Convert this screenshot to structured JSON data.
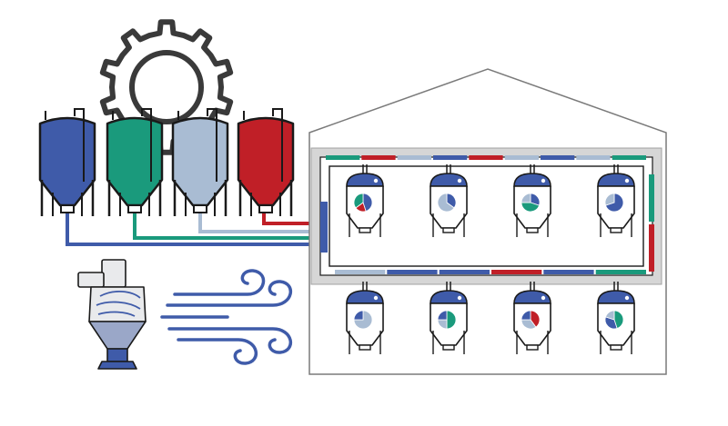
{
  "colors": {
    "blue": "#3f5ba9",
    "green": "#1a9a7c",
    "lightblue": "#a9bcd3",
    "red": "#c01f27",
    "outline": "#1a1a1a",
    "gear": "#3a3a3a",
    "house": "#7a7a7a",
    "duct_frame": "#d6d6d6"
  },
  "icons": {
    "gear": "gear-icon",
    "silo": "silo-icon",
    "cyclone": "cyclone-separator-icon",
    "wind": "wind-icon",
    "building": "building-icon",
    "hopper": "feed-hopper-icon"
  },
  "silos": [
    {
      "color": "blue"
    },
    {
      "color": "green"
    },
    {
      "color": "lightblue"
    },
    {
      "color": "red"
    }
  ],
  "hoppers": {
    "top_row": [
      {
        "mix": [
          [
            "blue",
            0.45
          ],
          [
            "red",
            0.2
          ],
          [
            "green",
            0.35
          ]
        ]
      },
      {
        "mix": [
          [
            "blue",
            0.35
          ],
          [
            "lightblue",
            0.65
          ]
        ]
      },
      {
        "mix": [
          [
            "blue",
            0.3
          ],
          [
            "green",
            0.45
          ],
          [
            "lightblue",
            0.25
          ]
        ]
      },
      {
        "mix": [
          [
            "blue",
            0.7
          ],
          [
            "lightblue",
            0.3
          ]
        ]
      }
    ],
    "bottom_row": [
      {
        "mix": [
          [
            "lightblue",
            0.75
          ],
          [
            "blue",
            0.25
          ]
        ]
      },
      {
        "mix": [
          [
            "green",
            0.5
          ],
          [
            "lightblue",
            0.25
          ],
          [
            "blue",
            0.25
          ]
        ]
      },
      {
        "mix": [
          [
            "red",
            0.4
          ],
          [
            "lightblue",
            0.35
          ],
          [
            "blue",
            0.25
          ]
        ]
      },
      {
        "mix": [
          [
            "green",
            0.45
          ],
          [
            "blue",
            0.35
          ],
          [
            "lightblue",
            0.2
          ]
        ]
      }
    ]
  },
  "feed_segments": {
    "top": [
      "green",
      "red",
      "lightblue",
      "blue",
      "red",
      "lightblue",
      "blue",
      "lightblue",
      "green"
    ],
    "middle": [
      "lightblue",
      "blue",
      "blue",
      "red",
      "blue",
      "green"
    ],
    "right": [
      "green",
      "red"
    ]
  }
}
